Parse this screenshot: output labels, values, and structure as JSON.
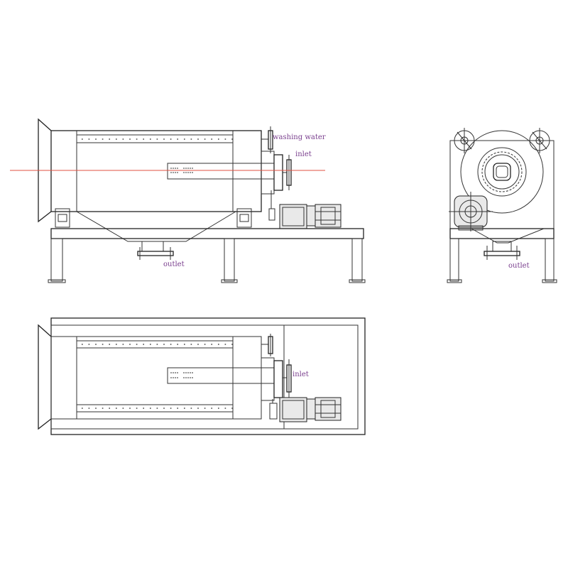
{
  "labels": {
    "washing_water": "washing water",
    "inlet_side": "inlet",
    "outlet_side": "outlet",
    "outlet_end": "outlet",
    "inlet_top": "inlet"
  },
  "colors": {
    "line": "#333333",
    "centerline": "#e05040",
    "label": "#7a3f8e"
  }
}
